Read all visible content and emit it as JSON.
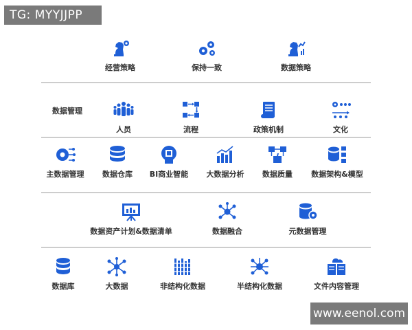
{
  "watermark_top": "TG: MYYJJPP",
  "watermark_bottom": "www.eenol.com",
  "row1": {
    "items": [
      {
        "label": "经营策略",
        "icon": "chess-knight-gear-icon"
      },
      {
        "label": "保持一致",
        "icon": "gears-icon"
      },
      {
        "label": "数据策略",
        "icon": "chess-knight-chart-icon"
      }
    ]
  },
  "row2": {
    "title": "数据管理",
    "items": [
      {
        "label": "人员",
        "icon": "people-icon"
      },
      {
        "label": "流程",
        "icon": "process-flow-icon"
      },
      {
        "label": "政策机制",
        "icon": "document-scroll-icon"
      },
      {
        "label": "文化",
        "icon": "culture-gears-icon"
      }
    ]
  },
  "row3": {
    "items": [
      {
        "label": "主数据管理",
        "icon": "gear-network-icon"
      },
      {
        "label": "数据仓库",
        "icon": "database-stack-icon"
      },
      {
        "label": "BI商业智能",
        "icon": "brain-chip-icon"
      },
      {
        "label": "大数据分析",
        "icon": "bar-chart-icon"
      },
      {
        "label": "数据质量",
        "icon": "quality-thumbsup-icon"
      },
      {
        "label": "数据架构&模型",
        "icon": "database-architecture-icon"
      }
    ]
  },
  "row4": {
    "items": [
      {
        "label": "数据资产计划&数据清单",
        "icon": "presentation-board-icon"
      },
      {
        "label": "数据融合",
        "icon": "network-nodes-icon"
      },
      {
        "label": "元数据管理",
        "icon": "database-gear-icon"
      }
    ]
  },
  "row5": {
    "items": [
      {
        "label": "数据库",
        "icon": "database-icon"
      },
      {
        "label": "大数据",
        "icon": "hub-network-icon"
      },
      {
        "label": "非结构化数据",
        "icon": "unstructured-data-icon"
      },
      {
        "label": "半结构化数据",
        "icon": "semi-structured-network-icon"
      },
      {
        "label": "文件内容管理",
        "icon": "book-cloud-icon"
      }
    ]
  },
  "colors": {
    "accent": "#1f5fd6",
    "divider": "#9a9a9a",
    "watermark_bg": "#7a7a7a"
  }
}
